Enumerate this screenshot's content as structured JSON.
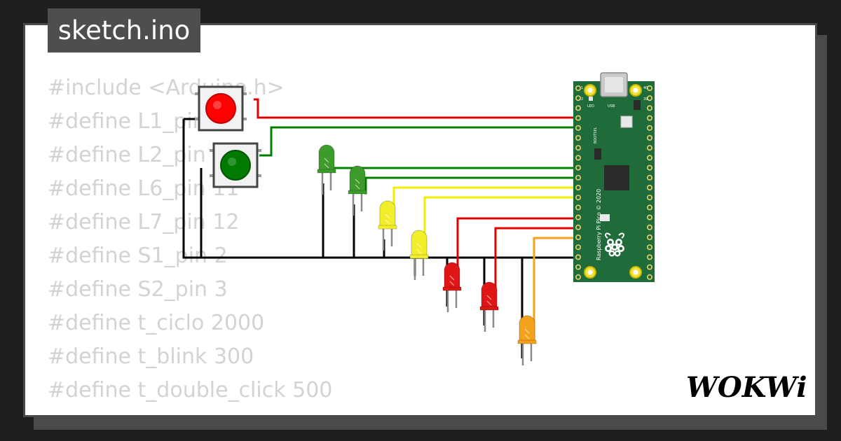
{
  "file_tab": {
    "label": "sketch.ino"
  },
  "code_lines": [
    "#include <Arduino.h>",
    "#define L1_pin 6",
    "#define L2_pin 7",
    "#define L6_pin 11",
    "#define L7_pin 12",
    "#define S1_pin 2",
    "#define S2_pin 3",
    "#define t_ciclo 2000",
    "#define t_blink 300",
    "#define t_double_click 500"
  ],
  "board": {
    "usb_label": "USB",
    "led_label": "LED",
    "bootsel_label": "BOOTSEL",
    "vertical_label": "Raspberry Pi Pico © 2020",
    "pin_1": "1",
    "pin_2": "2",
    "pin_39": "39",
    "pin_40": "40"
  },
  "brand": {
    "label": "WOKWi"
  },
  "colors": {
    "background": "#1e1e1e",
    "card": "#ffffff",
    "tab": "#4e4e4e",
    "code_text": "#d3d3d3",
    "board_green": "#1f6b3a",
    "wire_red": "#e00000",
    "wire_green": "#008000",
    "wire_yellow": "#f0f000",
    "wire_orange": "#f4a11b",
    "wire_black": "#000000"
  },
  "icons": {
    "button_red": "push-button-red-icon",
    "button_green": "push-button-green-icon",
    "led": "led-icon",
    "board": "raspberry-pi-pico-icon",
    "raspberry_logo": "raspberry-logo-icon"
  }
}
